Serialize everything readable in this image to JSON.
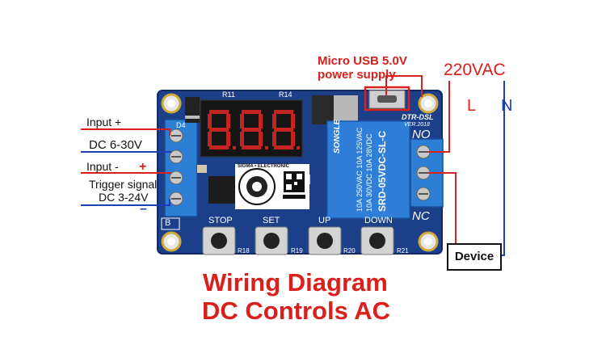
{
  "power": {
    "usb_line1": "Micro USB 5.0V",
    "usb_line2": "power supply",
    "ac": "220VAC",
    "live": "L",
    "neutral": "N"
  },
  "left_labels": {
    "input_plus": "Input +",
    "dc_6_30": "DC 6-30V",
    "input_minus": "Input -",
    "plus": "+",
    "trigger": "Trigger signal",
    "dc_3_24": "DC 3-24V",
    "minus": "–"
  },
  "board": {
    "display": "8.8.8.",
    "buttons": [
      "STOP",
      "SET",
      "UP",
      "DOWN"
    ],
    "resistors": [
      "R18",
      "R19",
      "R20",
      "R21"
    ],
    "relay_brand": "SONGLE",
    "relay_model": "SRD-05VDC-SL-C",
    "relay_rating1": "10A 250VAC  10A 125VAC",
    "relay_rating2": "10A 30VDC  10A 28VDC",
    "model": "DTR-DSL",
    "version": "VER.2018",
    "no": "NO",
    "nc": "NC",
    "d4": "D4",
    "r11": "R11",
    "r14": "R14",
    "b": "B",
    "logo_text": "SIGMA • ELECTRONIC"
  },
  "device": "Device",
  "title_line1": "Wiring Diagram",
  "title_line2": "DC Controls AC",
  "colors": {
    "red": "#d9201c",
    "blue": "#1d3fb0",
    "pcb": "#1c3f8a",
    "terminal": "#2d7fd6"
  }
}
